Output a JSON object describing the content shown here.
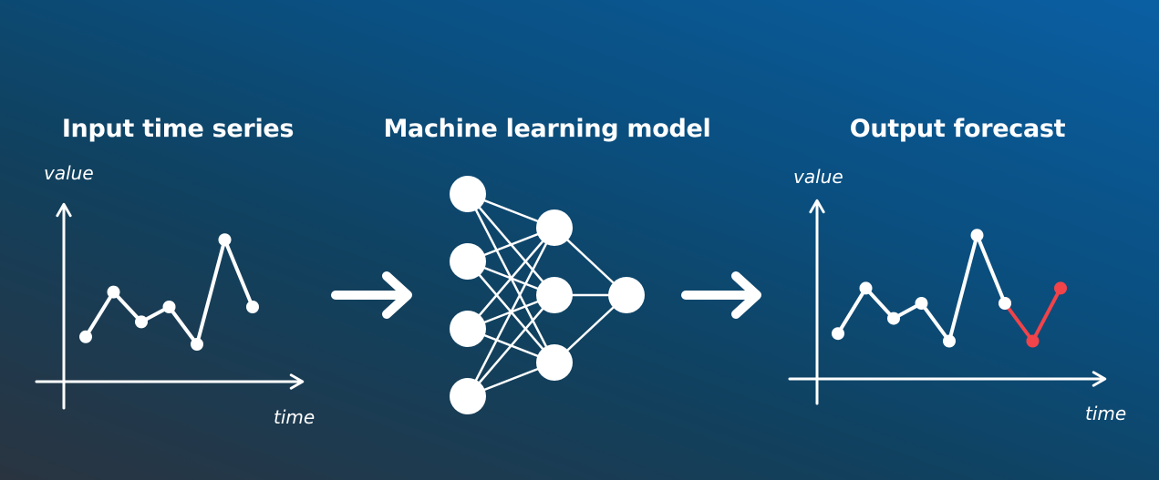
{
  "titles": {
    "input": "Input time series",
    "model": "Machine learning model",
    "output": "Output forecast"
  },
  "axis_labels": {
    "value": "value",
    "time": "time"
  },
  "colors": {
    "line": "#ffffff",
    "forecast": "#f0434a",
    "accent": "#0a5fa3"
  },
  "chart_data": [
    {
      "type": "line",
      "xlabel": "time",
      "ylabel": "value",
      "series": [
        {
          "values": [
            3,
            6,
            4,
            5,
            2.5,
            9.5,
            5
          ]
        }
      ]
    },
    {
      "type": "line",
      "xlabel": "time",
      "ylabel": "value",
      "series": [
        {
          "values": [
            3,
            6,
            4,
            5,
            2.5,
            9.5,
            5
          ]
        },
        {
          "values": [
            5,
            2.5,
            6
          ]
        }
      ]
    }
  ],
  "network": {
    "layers": [
      4,
      3,
      1
    ]
  }
}
